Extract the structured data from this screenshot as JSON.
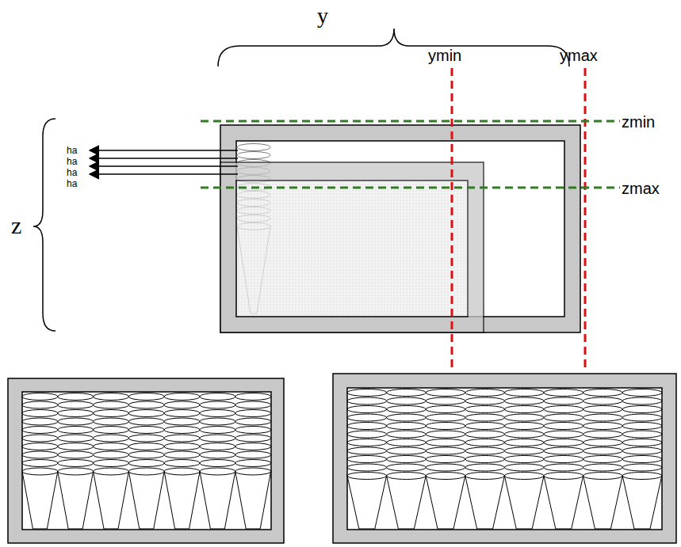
{
  "diagram": {
    "labels": [
      "y",
      "ymin",
      "ymax",
      "zmin",
      "zmax",
      "z",
      "ha",
      "ha",
      "ha",
      "ha"
    ]
  }
}
